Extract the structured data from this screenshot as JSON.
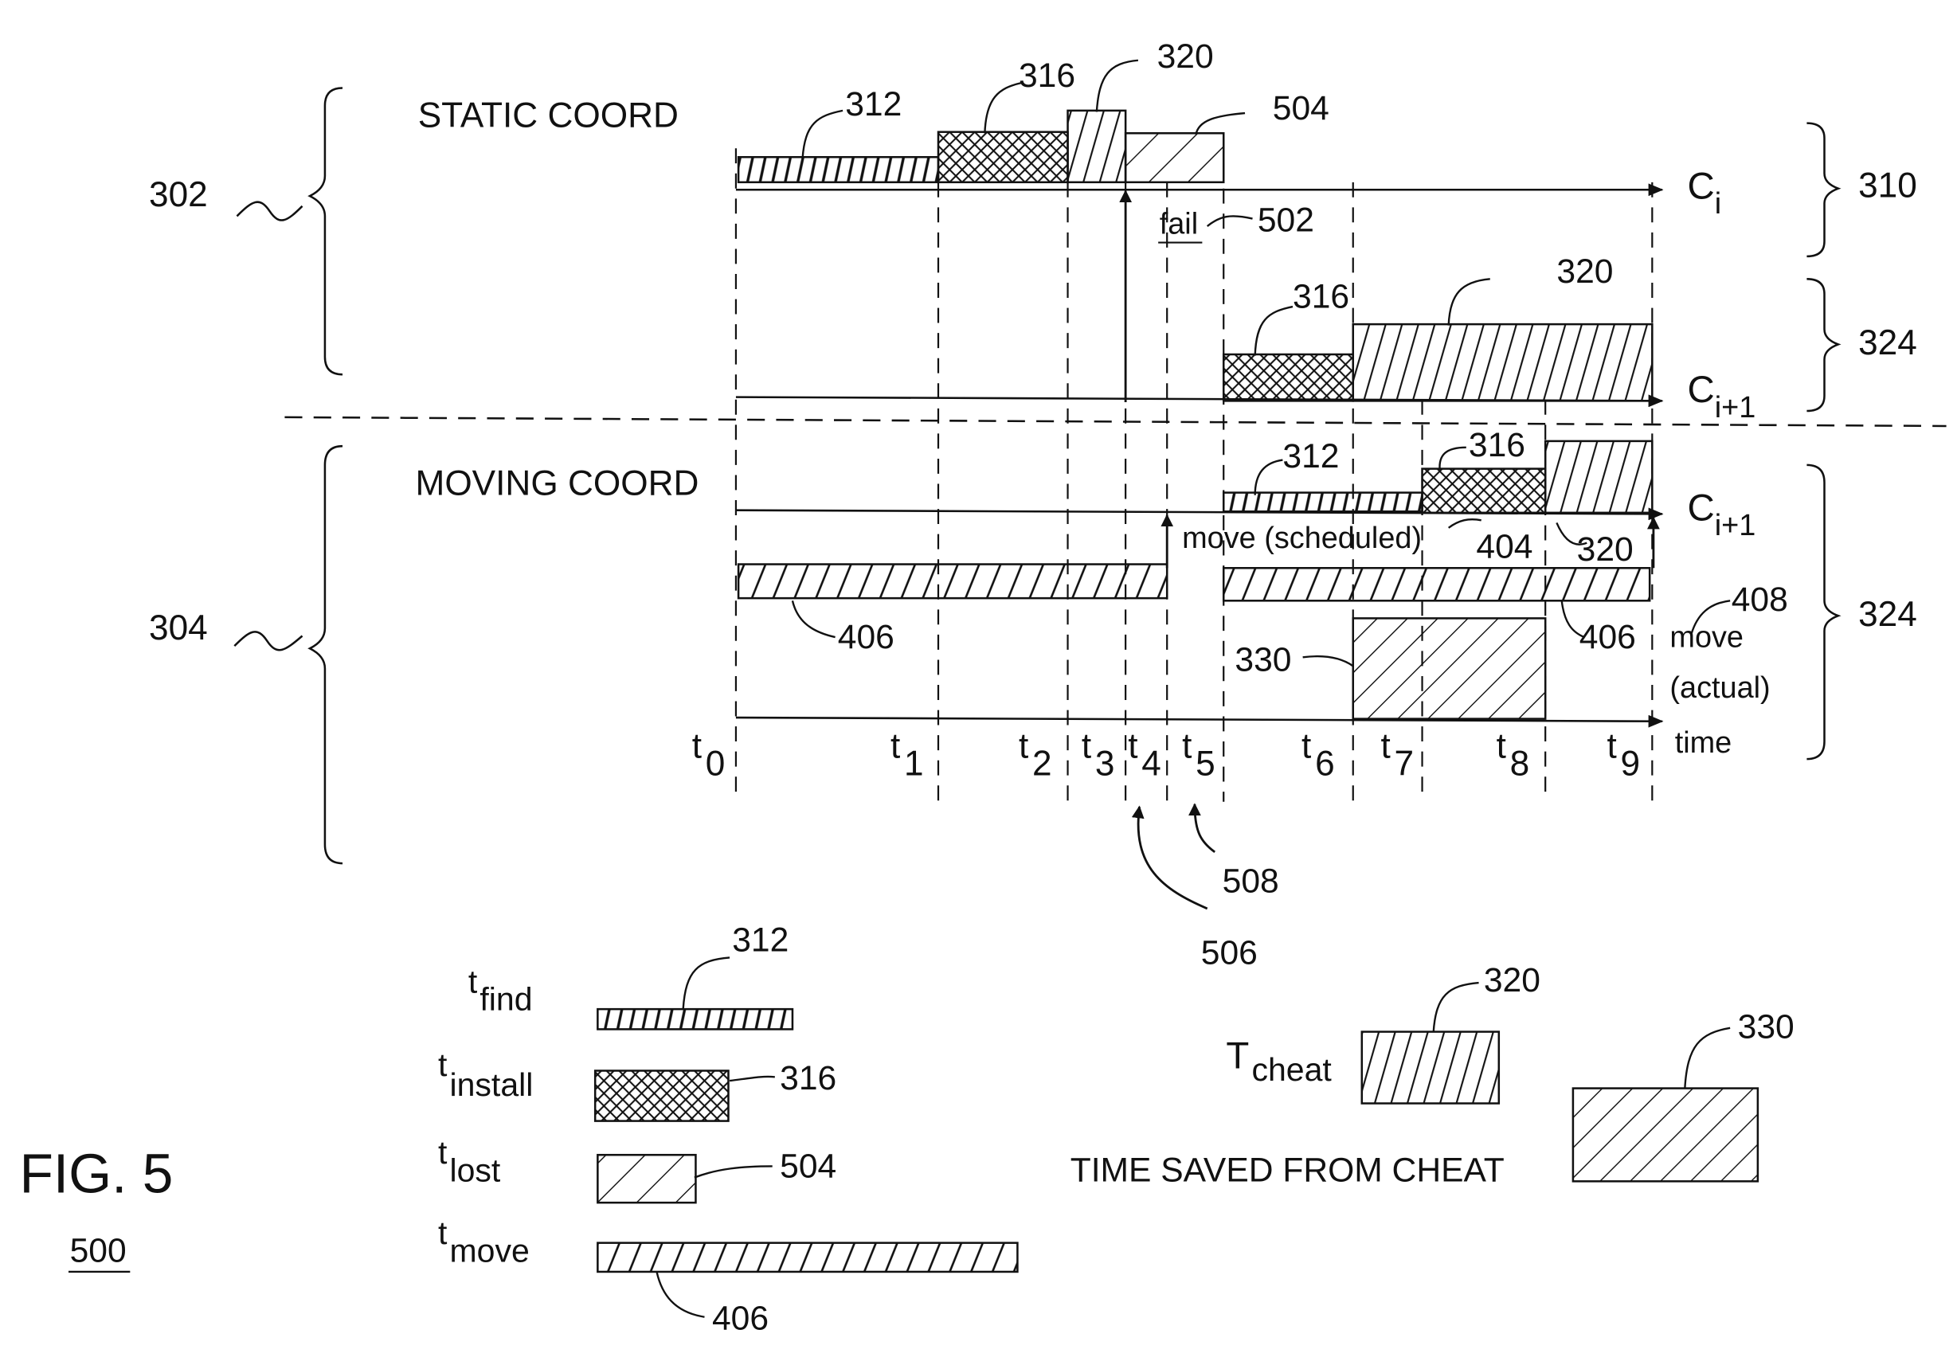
{
  "figure": {
    "title": "FIG. 5",
    "number": "500",
    "ink_color": "#111111",
    "background": "#ffffff"
  },
  "sections": {
    "static_label": "STATIC COORD",
    "moving_label": "MOVING COORD",
    "static_ref": "302",
    "moving_ref": "304"
  },
  "rows": {
    "ci_label": "C",
    "ci_sub": "i",
    "ci1_label": "C",
    "ci1_sub": "i+1",
    "ci1_moving_label": "C",
    "ci1_moving_sub": "i+1",
    "ref_310": "310",
    "ref_324_top": "324",
    "ref_324_bottom": "324"
  },
  "bar_refs": {
    "r312_static": "312",
    "r316_static": "316",
    "r320_static": "320",
    "r504_static": "504",
    "r316_ci1": "316",
    "r320_ci1": "320",
    "r312_moving": "312",
    "r316_moving": "316",
    "r404": "404",
    "r320_moving": "320",
    "r406_left": "406",
    "r406_right": "406",
    "r330": "330",
    "r408": "408"
  },
  "annotations": {
    "fail": "fail",
    "fail_ref": "502",
    "move_scheduled": "move (scheduled)",
    "move_actual_1": "move",
    "move_actual_2": "(actual)",
    "time": "time",
    "arrow_506": "506",
    "arrow_508": "508"
  },
  "ticks": [
    {
      "t": "t",
      "sub": "0"
    },
    {
      "t": "t",
      "sub": "1"
    },
    {
      "t": "t",
      "sub": "2"
    },
    {
      "t": "t",
      "sub": "3"
    },
    {
      "t": "t",
      "sub": "4"
    },
    {
      "t": "t",
      "sub": "5"
    },
    {
      "t": "t",
      "sub": "6"
    },
    {
      "t": "t",
      "sub": "7"
    },
    {
      "t": "t",
      "sub": "8"
    },
    {
      "t": "t",
      "sub": "9"
    }
  ],
  "legend": {
    "find": {
      "t": "t",
      "sub": "find",
      "ref": "312"
    },
    "install": {
      "t": "t",
      "sub": "install",
      "ref": "316"
    },
    "lost": {
      "t": "t",
      "sub": "lost",
      "ref": "504"
    },
    "move": {
      "t": "t",
      "sub": "move",
      "ref": "406"
    },
    "cheat": {
      "t": "T",
      "sub": "cheat",
      "ref": "320"
    },
    "saved": {
      "label": "TIME SAVED FROM CHEAT",
      "ref": "330"
    }
  }
}
